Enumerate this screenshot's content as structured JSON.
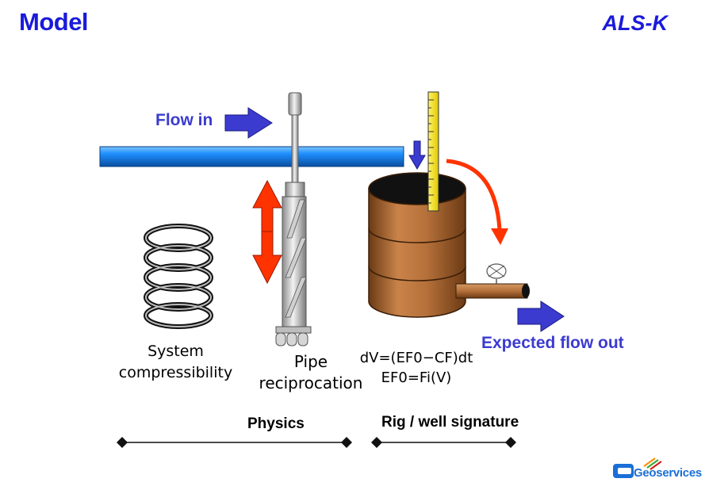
{
  "header": {
    "title": "Model",
    "subtitle": "ALS-K"
  },
  "labels": {
    "flow_in": "Flow in",
    "expected_flow_out": "Expected flow out",
    "system_compressibility_line1": "System",
    "system_compressibility_line2": "compressibility",
    "pipe_line1": "Pipe",
    "pipe_line2": "reciprocation",
    "formula_line1": "dV=(EF0−CF)dt",
    "formula_line2": "EF0=Fi(V)"
  },
  "scale": {
    "physics_label": "Physics",
    "rig_label": "Rig / well signature"
  },
  "logo": {
    "text": "Geoservices"
  },
  "colors": {
    "title_blue": "#1a1adb",
    "label_blue": "#3b3bd0",
    "arrow_blue": "#3b3bd0",
    "pipe_blue": "#1e90ff",
    "tank_brown": "#b5703a",
    "red_arrow": "#ff3300",
    "ruler_yellow": "#ffe600"
  }
}
